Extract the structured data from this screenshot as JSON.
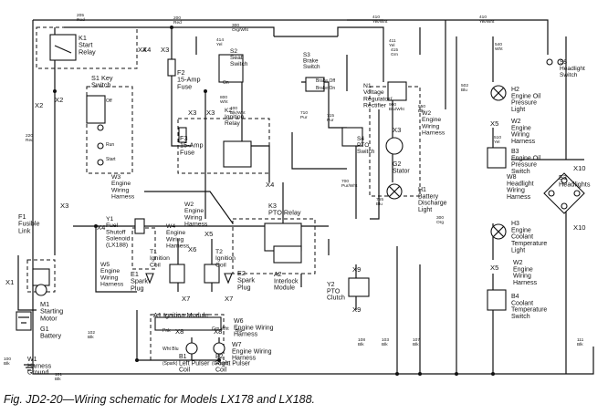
{
  "caption": "Fig. JD2-20—Wiring schematic for Models LX178 and LX188.",
  "components": [
    {
      "id": "K1",
      "label": "K1\nStart\nRelay"
    },
    {
      "id": "S1",
      "label": "S1 Key\nSwitch"
    },
    {
      "id": "F2",
      "label": "F2\n15-Amp\nFuse"
    },
    {
      "id": "S2",
      "label": "S2\nSeat\nSwitch"
    },
    {
      "id": "S3",
      "label": "S3\nBrake\nSwitch"
    },
    {
      "id": "N1",
      "label": "N1\nVoltage\nRegulator/\nRectifier"
    },
    {
      "id": "S5",
      "label": "S5\nHeadlight\nSwitch"
    },
    {
      "id": "K2",
      "label": "K2\nIgnition\nRelay"
    },
    {
      "id": "F3",
      "label": "F3\n15-Amp\nFuse"
    },
    {
      "id": "S4",
      "label": "S4\nPTO\nSwitch"
    },
    {
      "id": "H2a",
      "label": "H2\nEngine Oil\nPressure\nLight"
    },
    {
      "id": "W2a",
      "label": "W2\nEngine\nWiring\nHarness"
    },
    {
      "id": "B3",
      "label": "B3\nEngine Oil\nPressure\nSwitch"
    },
    {
      "id": "G2",
      "label": "G2\nStator"
    },
    {
      "id": "W2b",
      "label": "W2\nEngine\nWiring\nHarness"
    },
    {
      "id": "F1",
      "label": "F1\nFusible\nLink"
    },
    {
      "id": "W3",
      "label": "W3\nEngine\nWiring\nHarness"
    },
    {
      "id": "Y1",
      "label": "Y1\nFuel\nShutoff\nSolenoid\n(LX188)"
    },
    {
      "id": "W2c",
      "label": "W2\nEngine\nWiring\nHarness"
    },
    {
      "id": "W4",
      "label": "W4\nEngine\nWiring\nHarness"
    },
    {
      "id": "K3",
      "label": "K3\nPTO Relay"
    },
    {
      "id": "H1",
      "label": "H1\nBattery\nDischarge\nLight"
    },
    {
      "id": "W8",
      "label": "W8\nHeadlight\nWiring\nHarness"
    },
    {
      "id": "E3",
      "label": "E3\nHeadlights"
    },
    {
      "id": "T1",
      "label": "T1\nIgnition\nCoil"
    },
    {
      "id": "T2",
      "label": "T2\nIgnition\nCoil"
    },
    {
      "id": "E1",
      "label": "E1\nSpark\nPlug"
    },
    {
      "id": "E2",
      "label": "E2\nSpark\nPlug"
    },
    {
      "id": "A2",
      "label": "A2\nInterlock\nModule"
    },
    {
      "id": "H3",
      "label": "H3\nEngine\nCoolant\nTemperature\nLight"
    },
    {
      "id": "M1",
      "label": "M1\nStarting\nMotor"
    },
    {
      "id": "W5",
      "label": "W5\nEngine\nWiring\nHarness"
    },
    {
      "id": "Y2",
      "label": "Y2\nPTO\nClutch"
    },
    {
      "id": "W2d",
      "label": "W2\nEngine\nWiring\nHarness"
    },
    {
      "id": "B4",
      "label": "B4\nCoolant\nTemperature\nSwitch"
    },
    {
      "id": "A1",
      "label": "A1 Ignition Module"
    },
    {
      "id": "W6",
      "label": "W6\nEngine Wiring\nHarness"
    },
    {
      "id": "W7",
      "label": "W7\nEngine Wiring\nHarness"
    },
    {
      "id": "G1",
      "label": "G1\nBattery"
    },
    {
      "id": "B1",
      "label": "B1\nLeft Pulser\nCoil"
    },
    {
      "id": "B2",
      "label": "B2\nRight Pulser\nCoil"
    },
    {
      "id": "W1",
      "label": "W1\nHarness\nGround"
    }
  ],
  "connectors": [
    {
      "id": "x4a",
      "label": "X4"
    },
    {
      "id": "x3a",
      "label": "X3"
    },
    {
      "id": "x2a",
      "label": "X2"
    },
    {
      "id": "x3b",
      "label": "X3"
    },
    {
      "id": "x3c",
      "label": "X3"
    },
    {
      "id": "x4b",
      "label": "X4"
    },
    {
      "id": "x5a",
      "label": "X5"
    },
    {
      "id": "x6a",
      "label": "X6"
    },
    {
      "id": "x7a",
      "label": "X7"
    },
    {
      "id": "x7b",
      "label": "X7"
    },
    {
      "id": "x8a",
      "label": "X8"
    },
    {
      "id": "x8b",
      "label": "X8"
    },
    {
      "id": "x9a",
      "label": "X9"
    },
    {
      "id": "x9b",
      "label": "X9"
    },
    {
      "id": "x10a",
      "label": "X10"
    },
    {
      "id": "x10b",
      "label": "X10"
    },
    {
      "id": "x5b",
      "label": "X5"
    },
    {
      "id": "x5c",
      "label": "X5"
    },
    {
      "id": "x1a",
      "label": "X1"
    },
    {
      "id": "x3d",
      "label": "X3"
    },
    {
      "id": "x4c",
      "label": "X4"
    },
    {
      "id": "x3e",
      "label": "X3"
    },
    {
      "id": "x4d",
      "label": "X4"
    },
    {
      "id": "x2b",
      "label": "X2"
    }
  ],
  "wire_tags": [
    "205 Red",
    "410 Yel/Wht",
    "300 Org/Wht",
    "410 Yel/Wht",
    "414 Yel",
    "220 Red",
    "200 Red",
    "800 Wht",
    "710 Pur",
    "715 Pur",
    "415 Grn",
    "900 Blu/Wht",
    "411 Yel",
    "550 Blk",
    "540 Wht",
    "700 Pur/Wht",
    "755 Blu",
    "300 Org",
    "502 Blu",
    "102 Blk",
    "101 Blk",
    "100 Blk",
    "103 Blk",
    "107 Blk",
    "111 Blk",
    "108 Blk",
    "510 Yel",
    "400 Blk/Wht"
  ],
  "small_text": {
    "off": "Off",
    "run": "Run",
    "start": "Start",
    "on": "On",
    "brake_off": "Brake Off",
    "brake_on": "Brake On",
    "wht_blu": "Wht Blu",
    "grn_wht": "Grn Wht",
    "pnk": "Pnk",
    "blu": "Blu",
    "spark": "(Spark)",
    "ground": "(Ground)"
  }
}
